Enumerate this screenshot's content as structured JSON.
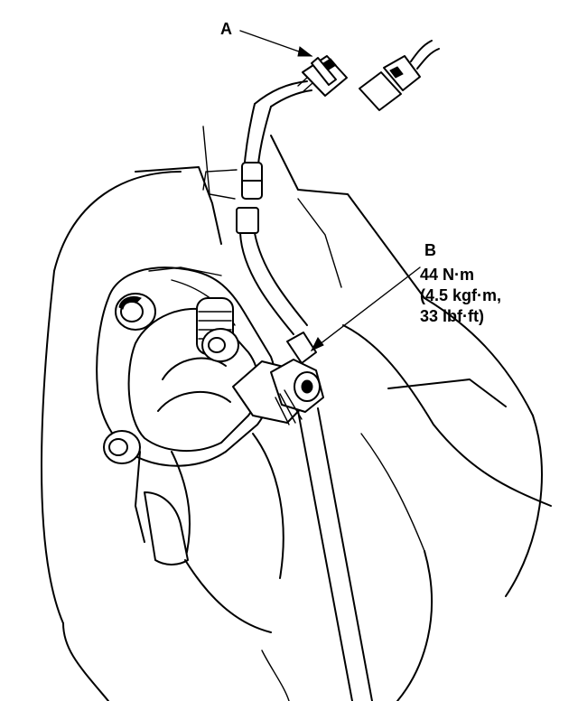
{
  "callouts": {
    "a": {
      "letter": "A"
    },
    "b": {
      "letter": "B",
      "torque_line1": "44 N·m",
      "torque_line2": "(4.5 kgf·m,",
      "torque_line3": "33 lbf·ft)"
    }
  }
}
